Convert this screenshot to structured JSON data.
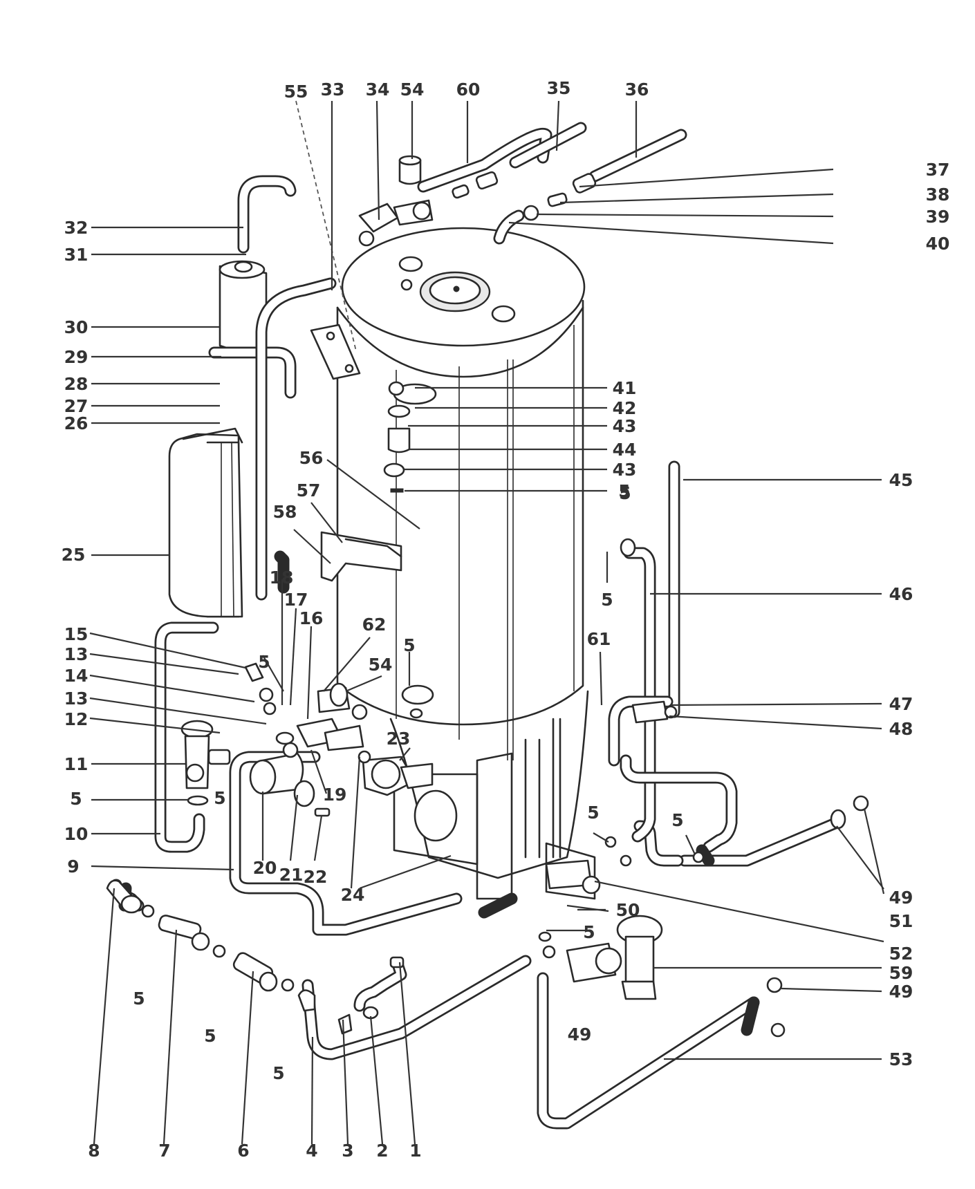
{
  "callouts": [
    "1",
    "2",
    "3",
    "4",
    "5",
    "6",
    "7",
    "8",
    "9",
    "10",
    "11",
    "12",
    "13",
    "14",
    "15",
    "16",
    "17",
    "18",
    "19",
    "20",
    "21",
    "22",
    "23",
    "24",
    "25",
    "26",
    "27",
    "28",
    "29",
    "30",
    "31",
    "32",
    "33",
    "34",
    "35",
    "36",
    "37",
    "38",
    "39",
    "40",
    "41",
    "42",
    "43",
    "44",
    "45",
    "46",
    "47",
    "48",
    "49",
    "50",
    "51",
    "52",
    "53",
    "54",
    "55",
    "56",
    "57",
    "58",
    "59",
    "60",
    "61",
    "62"
  ]
}
